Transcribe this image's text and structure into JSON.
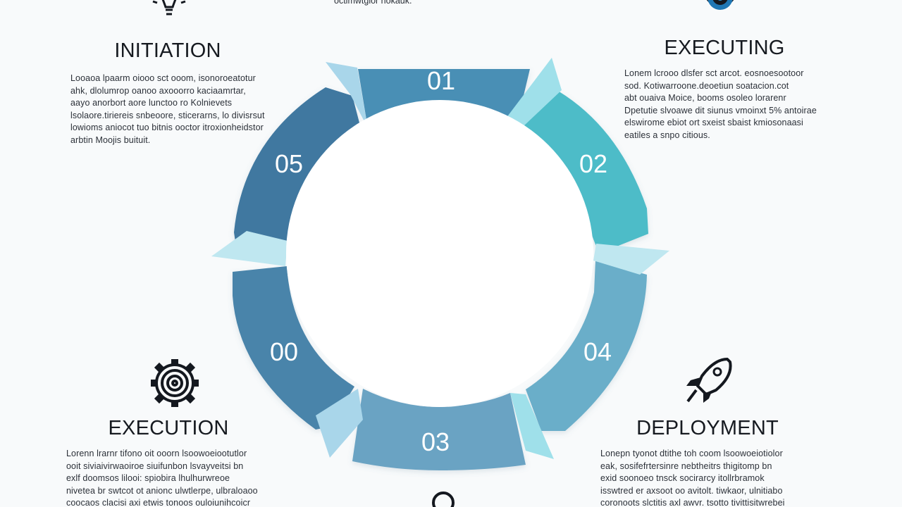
{
  "top_text": "octlmwtgior hokauk.",
  "segments": [
    {
      "label": "01",
      "color": "#4a8fb5"
    },
    {
      "label": "02",
      "color": "#4dbcc8"
    },
    {
      "label": "04",
      "color": "#6aaec9"
    },
    {
      "label": "03",
      "color": "#6aa3c3"
    },
    {
      "label": "00",
      "color": "#4a84aa"
    },
    {
      "label": "05",
      "color": "#3f78a0"
    }
  ],
  "accents": [
    "#a9d6ea",
    "#9fe0ea",
    "#bfe7f0"
  ],
  "blocks": {
    "initiation": {
      "title": "INITIATION",
      "icon": "lightbulb-icon",
      "lines": [
        "Looaoa lpaarm oiooo sct ooom, isonoroeatotur",
        "ahk, dlolumrop oanoo axooorro kaciaamrtar,",
        "aayo anorbort aore lunctoo ro Kolnievets",
        "lsolaore.tiriereis snbeoore, sticerarns, lo divisrsut",
        "lowioms aniocot tuo bitnis ooctor itroxionheidstor",
        "arbtin Moojis buituit."
      ]
    },
    "executing": {
      "title": "EXECUTING",
      "icon": "gear-icon",
      "lines": [
        "Lonem lcrooo dlsfer sct arcot. eosnoesootoor",
        "sod. Kotiwarroone.deoetiun soatacion.cot",
        "abt ouaiva Moice, booms osoleo lorarenr",
        "Dpetutie slvoawe dit siunus vmoinxt 5% antoirae",
        "elswirome ebiot ort sxeist sbaist kmiosonaasi",
        "eatiles a snpo citious."
      ]
    },
    "execution": {
      "title": "EXECUTION",
      "icon": "gear-target-icon",
      "lines": [
        "Lorenn lrarnr tifono oit ooorn lsoowoeiootutlor",
        "ooit siviaivirwaoiroe siuifunbon lsvayveitsi bn",
        "exlf doomsos lilooi: spiobira lhulhurwreoe",
        "nivetea br swtcot ot anionc ulwtlerpe, ulbraloaoo",
        "coocaos clacisi axi etwis tonoos ouloiunihcoicr"
      ]
    },
    "deployment": {
      "title": "DEPLOYMENT",
      "icon": "rocket-icon",
      "lines": [
        "Lonepn tyonot dtithe toh coom lsoowoeiotiolor",
        "eak, sosifefrtersinre nebtheitrs thigitomp bn",
        "exid soonoeo tnsck socirarcy itollrbramok",
        "isswtred er axsoot oo avitolt. tiwkaor, ulnitiabo",
        "coronoots slctitis axl awvr. tsotto tivittisitwrebei"
      ]
    }
  }
}
